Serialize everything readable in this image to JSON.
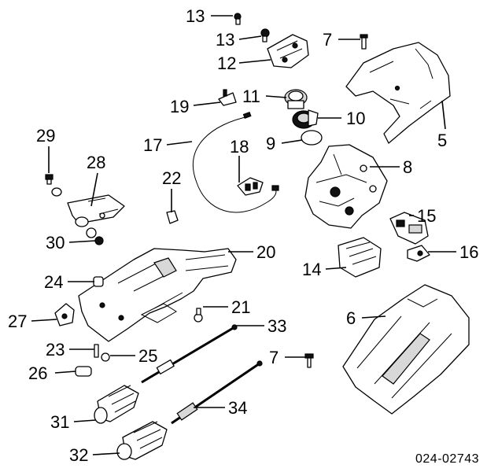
{
  "diagram": {
    "callouts": {
      "c13a": "13",
      "c13b": "13",
      "c7a": "7",
      "c12": "12",
      "c11": "11",
      "c10": "10",
      "c19": "19",
      "c17": "17",
      "c9": "9",
      "c5": "5",
      "c29": "29",
      "c18": "18",
      "c8": "8",
      "c28": "28",
      "c22": "22",
      "c15": "15",
      "c30": "30",
      "c20": "20",
      "c16": "16",
      "c14": "14",
      "c24": "24",
      "c21": "21",
      "c6": "6",
      "c27": "27",
      "c33": "33",
      "c23": "23",
      "c25": "25",
      "c7b": "7",
      "c26": "26",
      "c34": "34",
      "c31": "31",
      "c32": "32"
    },
    "reference_code": "024-02743"
  }
}
